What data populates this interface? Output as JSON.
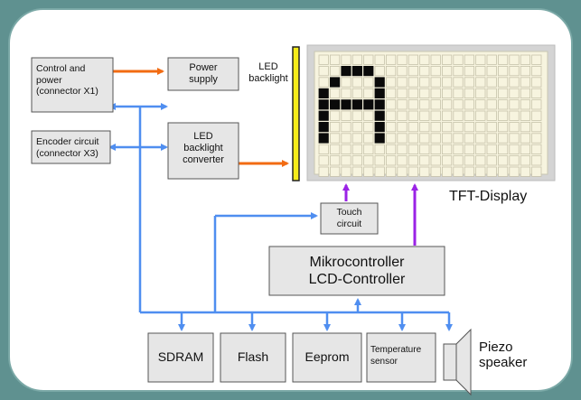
{
  "blocks": {
    "control_power": "Control and\npower\n(connector X1)",
    "power_supply": "Power\nsupply",
    "encoder": "Encoder circuit\n(connector X3)",
    "led_converter": "LED\nbacklight\nconverter",
    "touch": "Touch\ncircuit",
    "mcu": "Mikrocontroller\nLCD-Controller",
    "sdram": "SDRAM",
    "flash": "Flash",
    "eeprom": "Eeprom",
    "temp_sensor": "Temperature\nsensor"
  },
  "labels": {
    "led_backlight": "LED\nbacklight",
    "tft_display": "TFT-Display",
    "piezo": "Piezo\nspeaker"
  },
  "display": {
    "cols": 20,
    "rows": 11,
    "glyph_cells": [
      [
        2,
        1
      ],
      [
        3,
        1
      ],
      [
        4,
        1
      ],
      [
        1,
        2
      ],
      [
        5,
        2
      ],
      [
        0,
        3
      ],
      [
        5,
        3
      ],
      [
        0,
        4
      ],
      [
        1,
        4
      ],
      [
        2,
        4
      ],
      [
        3,
        4
      ],
      [
        4,
        4
      ],
      [
        5,
        4
      ],
      [
        0,
        5
      ],
      [
        5,
        5
      ],
      [
        0,
        6
      ],
      [
        5,
        6
      ],
      [
        0,
        7
      ],
      [
        5,
        7
      ]
    ]
  },
  "colors": {
    "frame": "#5f9190",
    "panel": "#ffffff",
    "box_fill": "#e6e6e6",
    "bus_blue": "#4f8ef0",
    "power_orange": "#f26b12",
    "touch_purple": "#9a22e6",
    "backlight_yellow": "#f5ec1a",
    "lcd_bg": "#f7f4df"
  }
}
